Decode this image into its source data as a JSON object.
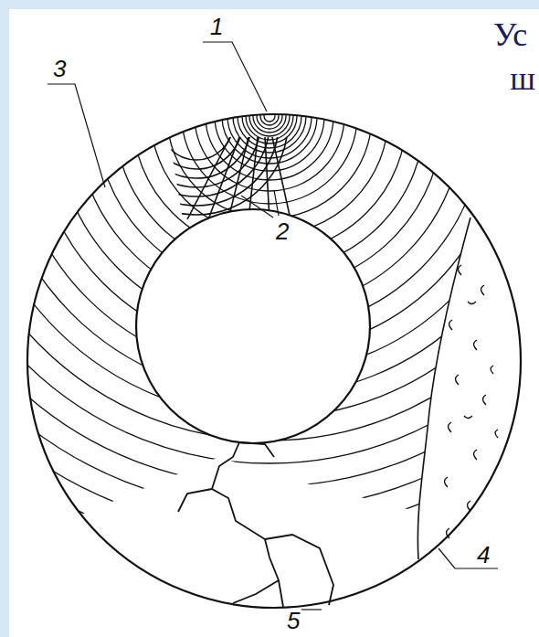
{
  "diagram": {
    "labels": [
      "1",
      "2",
      "3",
      "4",
      "5",
      "Ус",
      "ш"
    ]
  }
}
